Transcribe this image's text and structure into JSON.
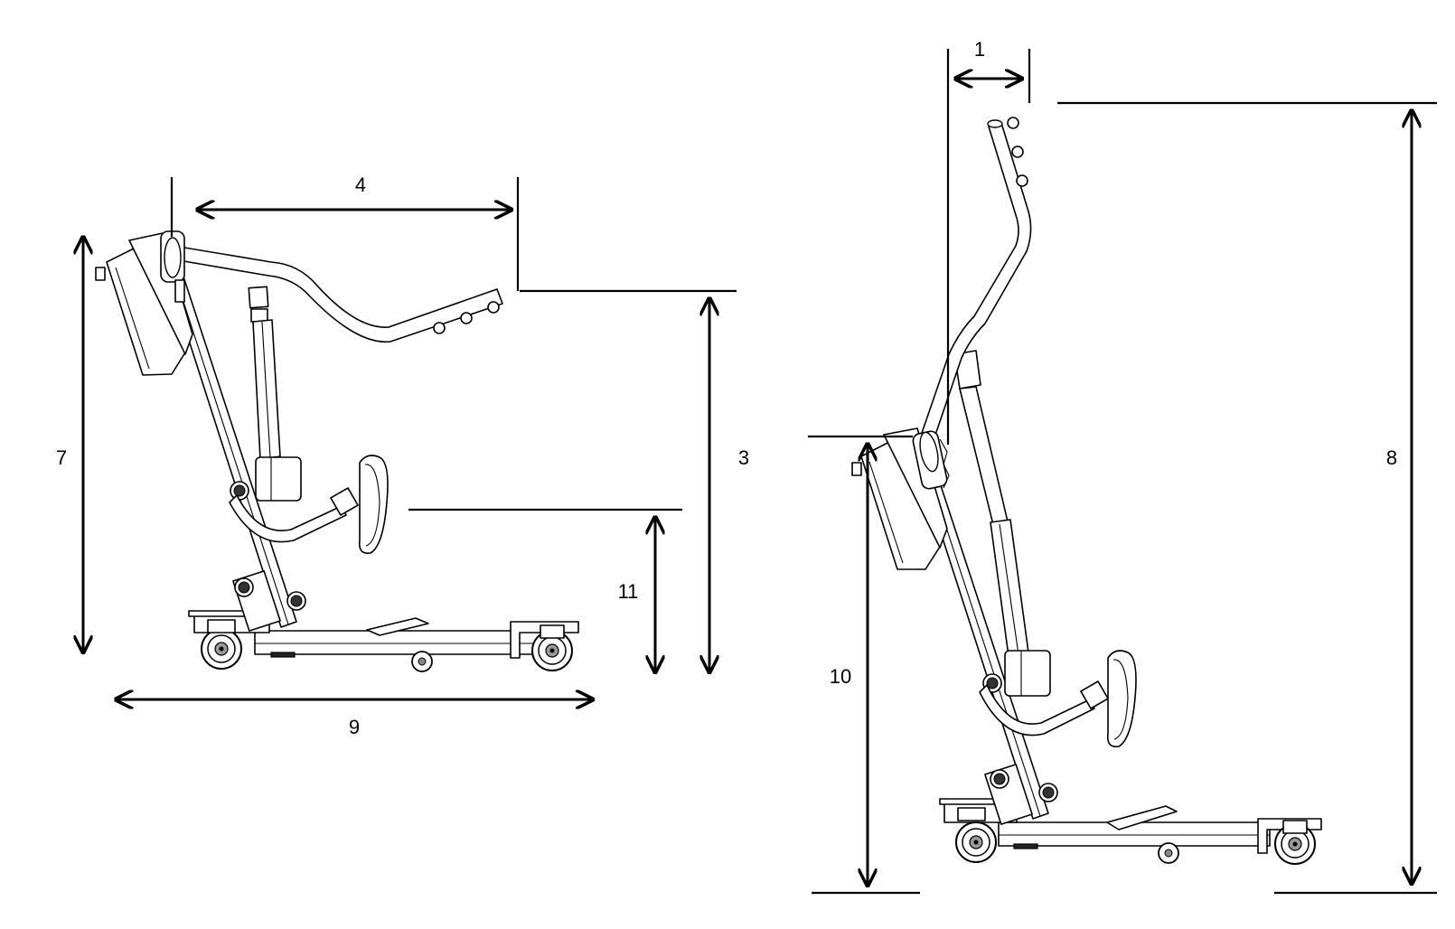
{
  "figure": {
    "views": [
      "side-view-lowered",
      "side-view-raised"
    ],
    "dimension_labels": {
      "d1": "1",
      "d3": "3",
      "d4": "4",
      "d7": "7",
      "d8": "8",
      "d9": "9",
      "d10": "10",
      "d11": "11"
    },
    "line_color": "#000000",
    "background": "#ffffff"
  }
}
